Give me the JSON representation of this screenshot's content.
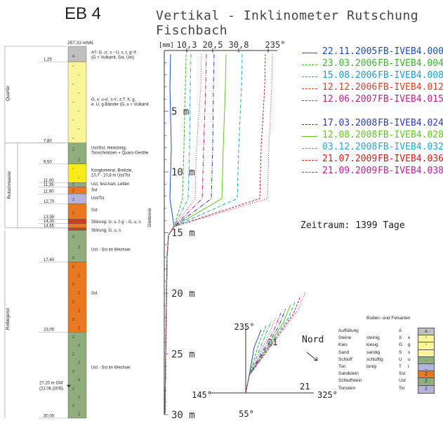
{
  "borehole_title": "EB 4",
  "diagram_title": "Vertikal - Inklinometer Rutschung Fischbach",
  "column": {
    "top_elevation": "257,33 mNN",
    "zone_labels": [
      "Quartär",
      "Rutschmasse",
      "Rotliegend"
    ],
    "depths": [
      {
        "label": "1,25",
        "d": 1.25
      },
      {
        "label": "7,80",
        "d": 7.8
      },
      {
        "label": "9,50",
        "d": 9.5
      },
      {
        "label": "11,00",
        "d": 11.0
      },
      {
        "label": "11,35",
        "d": 11.35
      },
      {
        "label": "11,90",
        "d": 11.9
      },
      {
        "label": "12,70",
        "d": 12.7
      },
      {
        "label": "13,95",
        "d": 13.95
      },
      {
        "label": "14,30",
        "d": 14.3
      },
      {
        "label": "14,65",
        "d": 14.65
      },
      {
        "label": "17,40",
        "d": 17.4
      },
      {
        "label": "23,05",
        "d": 23.05
      },
      {
        "label": "30,00",
        "d": 30.0
      }
    ],
    "descriptions": [
      {
        "d": 0.6,
        "lines": [
          "A?: G, u', s - U, s, t, g'-X",
          "(G = Vulkanit, Sst, Ust)"
        ]
      },
      {
        "d": 4.4,
        "lines": [
          "G, x, u-u', s-s', z.T. X, g,",
          "e. U, g-Bänder (G, x = Vulkanit"
        ]
      },
      {
        "d": 8.3,
        "lines": [
          "Ust/Sst, feinkörnig,",
          "Tonschmitzen + Quarz-Gerölle"
        ]
      },
      {
        "d": 10.1,
        "lines": [
          "Konglomerat, Brekzie,",
          "10,7 - 10,8 m Ust/Tst"
        ]
      },
      {
        "d": 11.2,
        "lines": [
          "Ust, fest-hart, Letten"
        ]
      },
      {
        "d": 11.7,
        "lines": [
          "Sst"
        ]
      },
      {
        "d": 12.35,
        "lines": [
          "Ust/Tst"
        ]
      },
      {
        "d": 13.3,
        "lines": [
          "Sst"
        ]
      },
      {
        "d": 14.25,
        "lines": [
          "Störung: U, s, t'-g' - G, u, s"
        ]
      },
      {
        "d": 14.95,
        "lines": [
          "Störung: G, u, s"
        ]
      },
      {
        "d": 16.5,
        "lines": [
          "Ust - Sst im Wechsel"
        ]
      },
      {
        "d": 20.0,
        "lines": [
          "Sst"
        ]
      },
      {
        "d": 26.0,
        "lines": [
          "Ust - Sst im Wechsel"
        ]
      }
    ],
    "gw_label": "27,20 m GW",
    "gw_date": "(22.06.2005)",
    "layers": [
      {
        "from": 0,
        "to": 1.25,
        "color": "#c0c0c0",
        "sym": "A"
      },
      {
        "from": 1.25,
        "to": 7.8,
        "color": "#fbf59a",
        "sym": "°"
      },
      {
        "from": 7.8,
        "to": 9.5,
        "color": "#8fae7c",
        "sym": "Z"
      },
      {
        "from": 9.5,
        "to": 11.0,
        "color": "#f8ec1a",
        "sym": "°"
      },
      {
        "from": 11.0,
        "to": 11.35,
        "color": "#8fae7c",
        "sym": "Z"
      },
      {
        "from": 11.35,
        "to": 11.9,
        "color": "#e9781f",
        "sym": "Z"
      },
      {
        "from": 11.9,
        "to": 12.7,
        "color": "#b7b2dc",
        "sym": "Z"
      },
      {
        "from": 12.7,
        "to": 13.95,
        "color": "#e9781f",
        "sym": "Z"
      },
      {
        "from": 13.95,
        "to": 14.3,
        "color": "#d43a1a",
        "sym": ""
      },
      {
        "from": 14.3,
        "to": 14.65,
        "color": "#e9781f",
        "sym": ""
      },
      {
        "from": 14.65,
        "to": 14.85,
        "color": "#d43a1a",
        "sym": ""
      },
      {
        "from": 14.85,
        "to": 17.4,
        "color": "#8fae7c",
        "sym": "Z"
      },
      {
        "from": 17.4,
        "to": 23.05,
        "color": "#e9781f",
        "sym": "Z"
      },
      {
        "from": 23.05,
        "to": 30.0,
        "color": "#8fae7c",
        "sym": "Z"
      }
    ]
  },
  "plot": {
    "unit": "[mm]",
    "top_ticks": [
      "10,3",
      "20,5",
      "30,8",
      "235°"
    ],
    "depth_ticks": [
      "5 m",
      "10 m",
      "15 m",
      "20 m",
      "25 m",
      "30 m"
    ],
    "gleitzone_label": "Gleitzone"
  },
  "legend": [
    {
      "date": "22.11.2005",
      "code": "FB-IVEB4.000",
      "color": "#1a4fc4",
      "dash": ""
    },
    {
      "date": "23.03.2006",
      "code": "FB-IVEB4.004",
      "color": "#3ab52a",
      "dash": "4,2"
    },
    {
      "date": "15.08.2006",
      "code": "FB-IVEB4.008",
      "color": "#1a9fd6",
      "dash": "5,2,1,2"
    },
    {
      "date": "12.12.2006",
      "code": "FB-IVEB4.012",
      "color": "#d94020",
      "dash": "1,2"
    },
    {
      "date": "12.06.2007",
      "code": "FB-IVEB4.015",
      "color": "#c41a8a",
      "dash": "6,2,1,2"
    },
    {
      "date": "",
      "code": "",
      "color": "",
      "dash": ""
    },
    {
      "date": "17.03.2008",
      "code": "FB-IVEB4.024",
      "color": "#2a3ac4",
      "dash": "6,2,1,2"
    },
    {
      "date": "12.08.2008",
      "code": "FB-IVEB4.028",
      "color": "#5fc81f",
      "dash": ""
    },
    {
      "date": "03.12.2008",
      "code": "FB-IVEB4.032",
      "color": "#1fa8d9",
      "dash": "5,3"
    },
    {
      "date": "21.07.2009",
      "code": "FB-IVEB4.036",
      "color": "#d91a1a",
      "dash": "3,2"
    },
    {
      "date": "21.09.2009",
      "code": "FB-IVEB4.038",
      "color": "#c41aa0",
      "dash": "1,2"
    }
  ],
  "zeitraum": "Zeitraum: 1399 Tage",
  "plan_view": {
    "north_label": "Nord",
    "angles": [
      "235°",
      "145°",
      "325°",
      "55°"
    ],
    "value_labels": [
      "21",
      "21"
    ]
  },
  "soil_legend": {
    "title": "Boden- und Felsarten",
    "rows": [
      {
        "name": "Auffüllung",
        "adj": "",
        "s1": "A",
        "s2": "",
        "color": "#c0c0c0",
        "sym": "A"
      },
      {
        "name": "Steine",
        "adj": "steinig",
        "s1": "X",
        "s2": "x",
        "color": "#fbf59a",
        "sym": "°"
      },
      {
        "name": "Kies",
        "adj": "kiesig",
        "s1": "G",
        "s2": "g",
        "color": "#fbf59a",
        "sym": "°"
      },
      {
        "name": "Sand",
        "adj": "sandig",
        "s1": "S",
        "s2": "s",
        "color": "#fbf59a",
        "sym": "·"
      },
      {
        "name": "Schluff",
        "adj": "schluffig",
        "s1": "U",
        "s2": "u",
        "color": "#8fae7c",
        "sym": "-"
      },
      {
        "name": "Ton",
        "adj": "tonig",
        "s1": "T",
        "s2": "t",
        "color": "#b7b2dc",
        "sym": "_"
      },
      {
        "name": "Sandstein",
        "adj": "",
        "s1": "Sst",
        "s2": "",
        "color": "#e9781f",
        "sym": "Z"
      },
      {
        "name": "Schluffstein",
        "adj": "",
        "s1": "Ust",
        "s2": "",
        "color": "#8fae7c",
        "sym": "Z"
      },
      {
        "name": "Tonstein",
        "adj": "",
        "s1": "Tst",
        "s2": "",
        "color": "#b7b2dc",
        "sym": "Z"
      }
    ]
  }
}
